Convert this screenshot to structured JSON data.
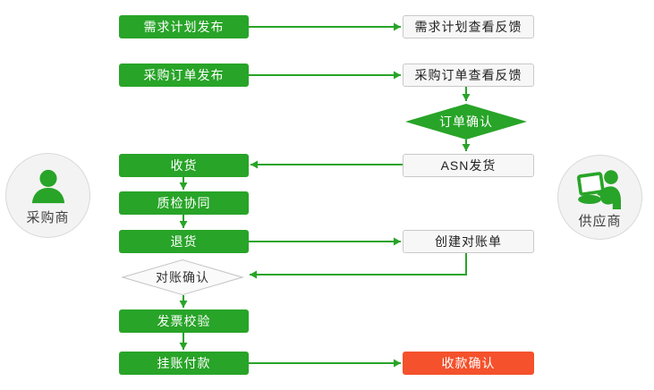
{
  "palette": {
    "green": "#28a428",
    "red": "#f4512c",
    "node_light_bg": "#f7f7f7",
    "node_light_border": "#c9c9c9"
  },
  "actors": {
    "buyer": {
      "label": "采购商"
    },
    "supplier": {
      "label": "供应商"
    }
  },
  "nodes": {
    "demand_publish": {
      "label": "需求计划发布",
      "type": "process-buyer"
    },
    "demand_feedback": {
      "label": "需求计划查看反馈",
      "type": "process-supplier"
    },
    "po_publish": {
      "label": "采购订单发布",
      "type": "process-buyer"
    },
    "po_feedback": {
      "label": "采购订单查看反馈",
      "type": "process-supplier"
    },
    "order_confirm": {
      "label": "订单确认",
      "type": "decision"
    },
    "receive_goods": {
      "label": "收货",
      "type": "process-buyer"
    },
    "asn_ship": {
      "label": "ASN发货",
      "type": "process-supplier"
    },
    "quality_collab": {
      "label": "质检协同",
      "type": "process-buyer"
    },
    "return_goods": {
      "label": "退货",
      "type": "process-buyer"
    },
    "create_statement": {
      "label": "创建对账单",
      "type": "process-supplier"
    },
    "statement_confirm": {
      "label": "对账确认",
      "type": "decision"
    },
    "invoice_check": {
      "label": "发票校验",
      "type": "process-buyer"
    },
    "book_payment": {
      "label": "挂账付款",
      "type": "process-buyer"
    },
    "receipt_confirm": {
      "label": "收款确认",
      "type": "highlight"
    }
  }
}
